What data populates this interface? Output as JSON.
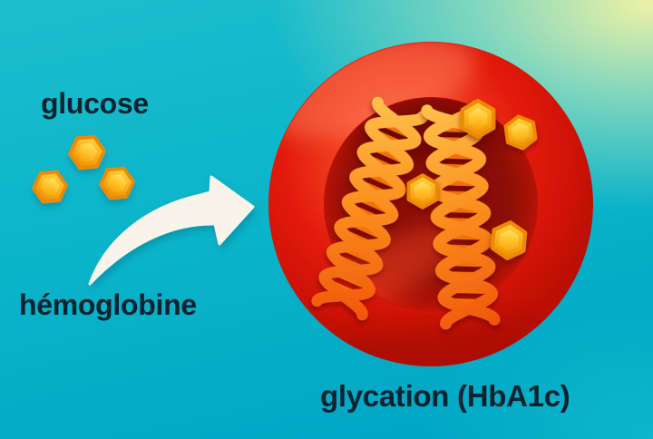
{
  "diagram": {
    "type": "medical-illustration-glycation",
    "labels": {
      "glucose": "glucose",
      "hemoglobin": "hémoglobine",
      "glycation": "glycation (HbA1c)"
    },
    "icons": {
      "glucose_molecule": "yellow-hexagon",
      "hemoglobin_cell": "red-blood-cell-torus",
      "protein_strand": "orange-dna-helix",
      "process_arrow": "curved-cream-arrow-right"
    },
    "counts": {
      "free_glucose_hexagons": 3,
      "bound_glucose_hexagons_in_cell": 4,
      "protein_helices_in_cell": 2
    },
    "colors": {
      "background_teal_top_left": "#1BBECC",
      "background_teal_bottom_left": "#00A3C4",
      "background_corner_yellow": "#EFF1A5",
      "label_text": "#0D2330",
      "hexagon_yellow": "#FFD23E",
      "hexagon_orange": "#F08C00",
      "hexagon_rim": "#EE8A00",
      "cell_ring_red": "#E21B0C",
      "cell_center_dark_red": "#870C05",
      "helix_orange_light": "#FFC14B",
      "helix_orange_dark": "#F1560B",
      "arrow_cream": "#F8F4E9"
    }
  }
}
